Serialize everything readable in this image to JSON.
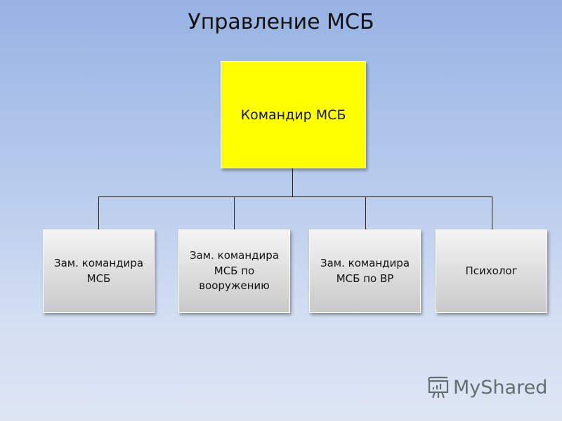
{
  "title": "Управление МСБ",
  "root": {
    "label": "Командир МСБ",
    "color": "#ffff00"
  },
  "children": [
    {
      "label": "Зам. командира МСБ"
    },
    {
      "label": "Зам. командира МСБ по вооружению"
    },
    {
      "label": "Зам. командира МСБ по ВР"
    },
    {
      "label": "Психолог"
    }
  ],
  "watermark": {
    "text": "MyShared",
    "icon": "presentation-board-icon"
  }
}
